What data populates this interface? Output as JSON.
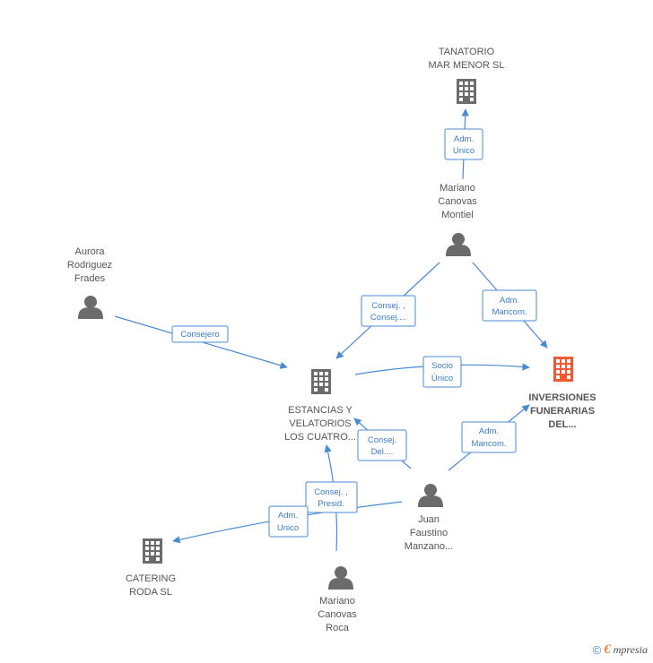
{
  "colors": {
    "edge": "#4a8ad4",
    "node_gray": "#6b6b6b",
    "node_highlight": "#f05a33",
    "label_text": "#555555",
    "edge_label_text": "#3a7cc8"
  },
  "nodes": {
    "tanatorio": {
      "icon": "building-icon",
      "lines": [
        "TANATORIO",
        "MAR MENOR SL"
      ]
    },
    "mariano_montiel": {
      "icon": "person-icon",
      "lines": [
        "Mariano",
        "Canovas",
        "Montiel"
      ]
    },
    "aurora": {
      "icon": "person-icon",
      "lines": [
        "Aurora",
        "Rodriguez",
        "Frades"
      ]
    },
    "estancias": {
      "icon": "building-icon",
      "lines": [
        "ESTANCIAS Y",
        "VELATORIOS",
        "LOS CUATRO..."
      ]
    },
    "inversiones": {
      "icon": "building-icon",
      "lines": [
        "INVERSIONES",
        "FUNERARIAS",
        "DEL..."
      ]
    },
    "juan": {
      "icon": "person-icon",
      "lines": [
        "Juan",
        "Faustino",
        "Manzano..."
      ]
    },
    "catering": {
      "icon": "building-icon",
      "lines": [
        "CATERING",
        "RODA  SL"
      ]
    },
    "mariano_roca": {
      "icon": "person-icon",
      "lines": [
        "Mariano",
        "Canovas",
        "Roca"
      ]
    }
  },
  "edges": {
    "e1": [
      "Adm.",
      "Unico"
    ],
    "e2": [
      "Consej. ,",
      "Consej...."
    ],
    "e3": [
      "Adm.",
      "Mancom."
    ],
    "e4": [
      "Consejero"
    ],
    "e5": [
      "Socio",
      "Único"
    ],
    "e6": [
      "Consej.",
      "Del...."
    ],
    "e7": [
      "Adm.",
      "Mancom."
    ],
    "e8": [
      "Consej. ,",
      "Presid."
    ],
    "e9": [
      "Adm.",
      "Unico"
    ]
  },
  "brand": {
    "copyright": "©",
    "logo_initial": "€",
    "logo_rest": "mpresia"
  }
}
